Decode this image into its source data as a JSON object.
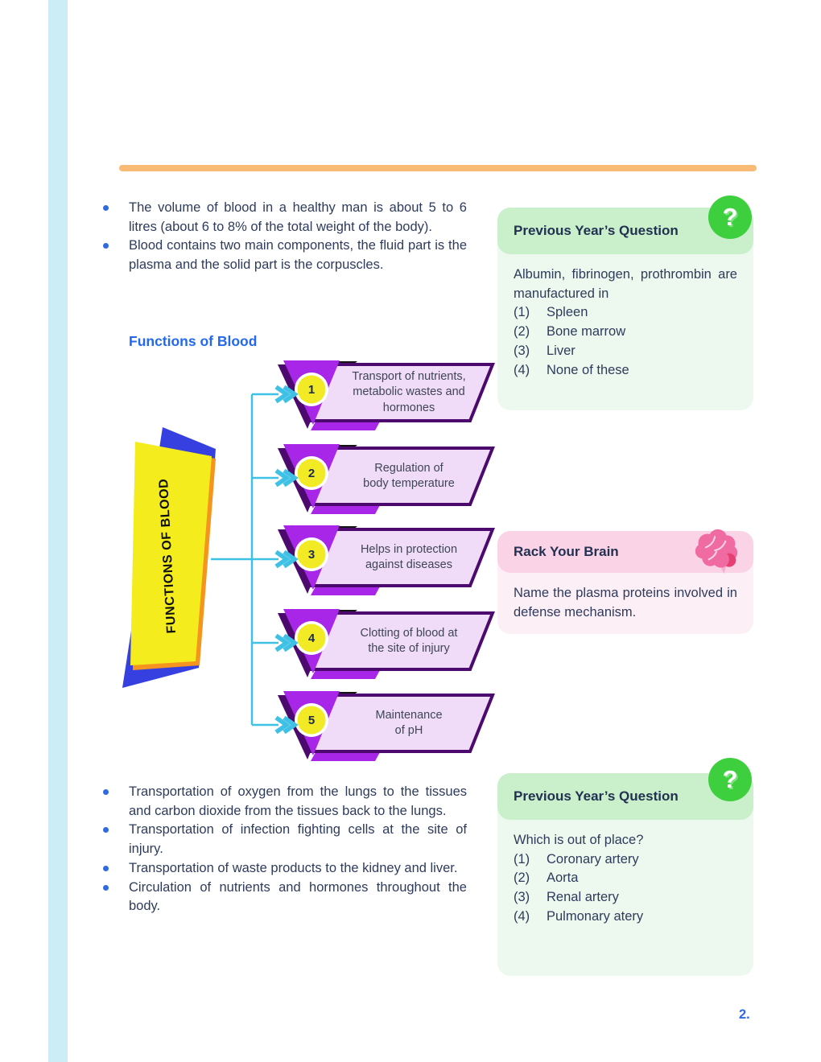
{
  "page": {
    "number": "2."
  },
  "intro_bullets": [
    "The volume of blood in a healthy man is about 5 to 6 litres (about 6 to 8% of the total weight of the body).",
    "Blood contains two main components, the fluid part is the plasma and the solid part is the corpuscles."
  ],
  "functions_heading": "Functions of Blood",
  "diagram": {
    "title": "FUNCTIONS OF BLOOD",
    "items": [
      {
        "num": "1",
        "label": "Transport of nutrients,\nmetabolic wastes and\nhormones"
      },
      {
        "num": "2",
        "label": "Regulation of\nbody temperature"
      },
      {
        "num": "3",
        "label": "Helps in protection\nagainst diseases"
      },
      {
        "num": "4",
        "label": "Clotting of blood at\nthe site of injury"
      },
      {
        "num": "5",
        "label": "Maintenance\nof pH"
      }
    ]
  },
  "pyq1": {
    "title": "Previous Year’s Question",
    "icon": "question-mark-icon",
    "question": "Albumin, fibrinogen, prothrombin are manufactured in",
    "options": [
      {
        "num": "(1)",
        "label": "Spleen"
      },
      {
        "num": "(2)",
        "label": "Bone marrow"
      },
      {
        "num": "(3)",
        "label": "Liver"
      },
      {
        "num": "(4)",
        "label": "None of these"
      }
    ]
  },
  "rack_your_brain": {
    "title": "Rack Your Brain",
    "icon": "brain-icon",
    "question": "Name the plasma proteins involved in defense mechanism."
  },
  "pyq2": {
    "title": "Previous Year’s Question",
    "icon": "question-mark-icon",
    "question": "Which is out of place?",
    "options": [
      {
        "num": "(1)",
        "label": "Coronary artery"
      },
      {
        "num": "(2)",
        "label": "Aorta"
      },
      {
        "num": "(3)",
        "label": "Renal artery"
      },
      {
        "num": "(4)",
        "label": "Pulmonary atery"
      }
    ]
  },
  "outro_bullets": [
    "Transportation of oxygen from the lungs to the tissues and carbon dioxide from the tissues back to the lungs.",
    "Transportation of infection fighting cells at the site of injury.",
    "Transportation of waste products to the kidney and liver.",
    "Circulation of nutrients and hormones throughout the body."
  ],
  "badge_glyph": "?",
  "colors": {
    "divider_orange": "#f8ba75",
    "stripe_blue": "#cdedf6",
    "heading_blue": "#2468ee",
    "bullet_blue": "#2f6ae0",
    "text_navy": "#2e3b5c",
    "pyq_header_green": "#c9f0cb",
    "pyq_body_green": "#edf9ee",
    "badge_green": "#3ecf3f",
    "ryb_header_pink": "#fbd3e6",
    "ryb_body_pink": "#fdeff6",
    "diagram_purple": "#a726e8",
    "diagram_purple_dark": "#4c0a6e",
    "banner_lavender": "#f0dbf8",
    "banner_yellow": "#f4ec1c",
    "banner_blue": "#3640e0",
    "banner_orange": "#f5941e",
    "connector_cyan": "#3fc1e6",
    "number_circle_yellow": "#f2ea25"
  }
}
